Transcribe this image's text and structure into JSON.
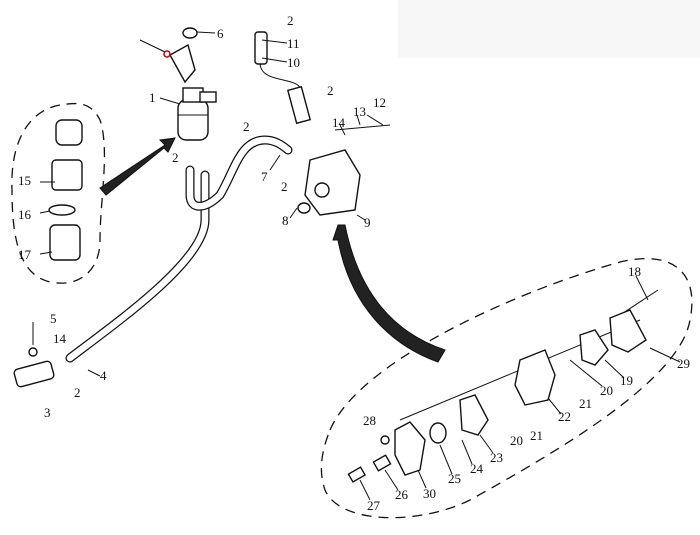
{
  "diagram": {
    "title": "Fuel pump and fuel filter exploded view",
    "labels": [
      {
        "id": "2"
      },
      {
        "id": "6"
      },
      {
        "id": "11"
      },
      {
        "id": "10"
      },
      {
        "id": "1"
      },
      {
        "id": "2"
      },
      {
        "id": "12"
      },
      {
        "id": "13"
      },
      {
        "id": "14"
      },
      {
        "id": "2"
      },
      {
        "id": "2"
      },
      {
        "id": "7"
      },
      {
        "id": "2"
      },
      {
        "id": "8"
      },
      {
        "id": "9"
      },
      {
        "id": "15"
      },
      {
        "id": "16"
      },
      {
        "id": "17"
      },
      {
        "id": "5"
      },
      {
        "id": "14"
      },
      {
        "id": "3"
      },
      {
        "id": "2"
      },
      {
        "id": "4"
      },
      {
        "id": "18"
      },
      {
        "id": "29"
      },
      {
        "id": "19"
      },
      {
        "id": "20"
      },
      {
        "id": "21"
      },
      {
        "id": "22"
      },
      {
        "id": "21"
      },
      {
        "id": "20"
      },
      {
        "id": "23"
      },
      {
        "id": "24"
      },
      {
        "id": "25"
      },
      {
        "id": "28"
      },
      {
        "id": "30"
      },
      {
        "id": "26"
      },
      {
        "id": "27"
      }
    ]
  }
}
